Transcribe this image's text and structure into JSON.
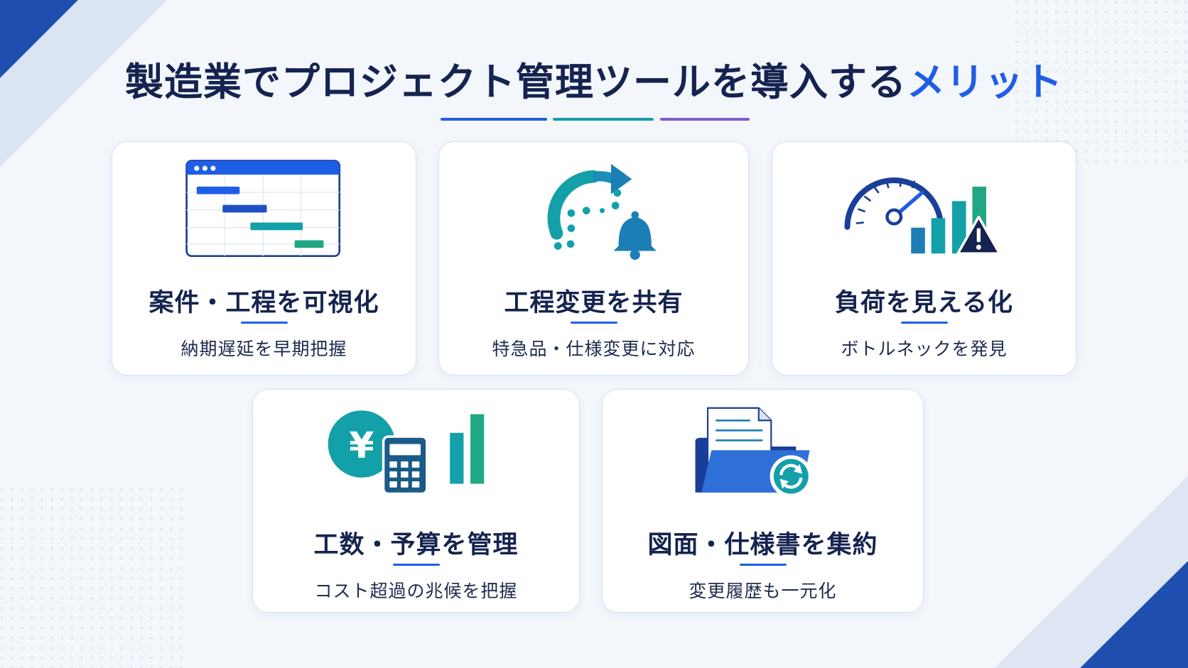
{
  "title": {
    "main": "製造業でプロジェクト管理ツールを導入する",
    "accent": "メリット"
  },
  "colors": {
    "navy": "#14234f",
    "blue": "#1e5ee6",
    "teal": "#13a0a8",
    "green": "#22a784",
    "purple": "#7b5cc9"
  },
  "cards": [
    {
      "icon": "gantt-chart-icon",
      "heading": "案件・工程を可視化",
      "sub": "納期遅延を早期把握"
    },
    {
      "icon": "refresh-notification-icon",
      "heading": "工程変更を共有",
      "sub": "特急品・仕様変更に対応"
    },
    {
      "icon": "gauge-warning-icon",
      "heading": "負荷を見える化",
      "sub": "ボトルネックを発見"
    },
    {
      "icon": "yen-calculator-icon",
      "heading": "工数・予算を管理",
      "sub": "コスト超過の兆候を把握"
    },
    {
      "icon": "folder-sync-icon",
      "heading": "図面・仕様書を集約",
      "sub": "変更履歴も一元化"
    }
  ]
}
